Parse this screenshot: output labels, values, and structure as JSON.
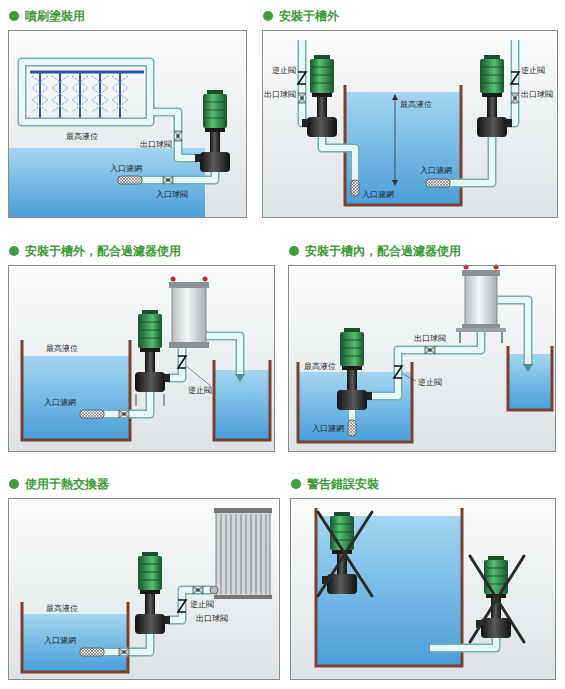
{
  "diagram": {
    "nodes": [
      {
        "text": [
          "噴刷塗裝用"
        ]
      },
      {
        "text": [
          "安裝于槽外"
        ]
      },
      {
        "text": [
          "安裝于槽外，配合過濾器使用"
        ]
      },
      {
        "text": [
          "安裝于槽內，配合過濾器使用"
        ]
      },
      {
        "text": [
          "使用于熱交換器"
        ]
      },
      {
        "text": [
          "警告錯誤安裝"
        ]
      }
    ],
    "labels": [
      "最高液位",
      "出口球閥",
      "入口濾網",
      "入口球閥",
      "逆止閥",
      "出口球閥",
      "最高液位",
      "逆止閥",
      "出口球閥",
      "入口濾網",
      "入口濾網",
      "最高液位",
      "入口濾網",
      "逆止閥",
      "出口球閥",
      "最高液位",
      "逆止閥",
      "入口濾網",
      "最高液位",
      "入口濾網",
      "逆止閥",
      "出口球閥"
    ]
  }
}
